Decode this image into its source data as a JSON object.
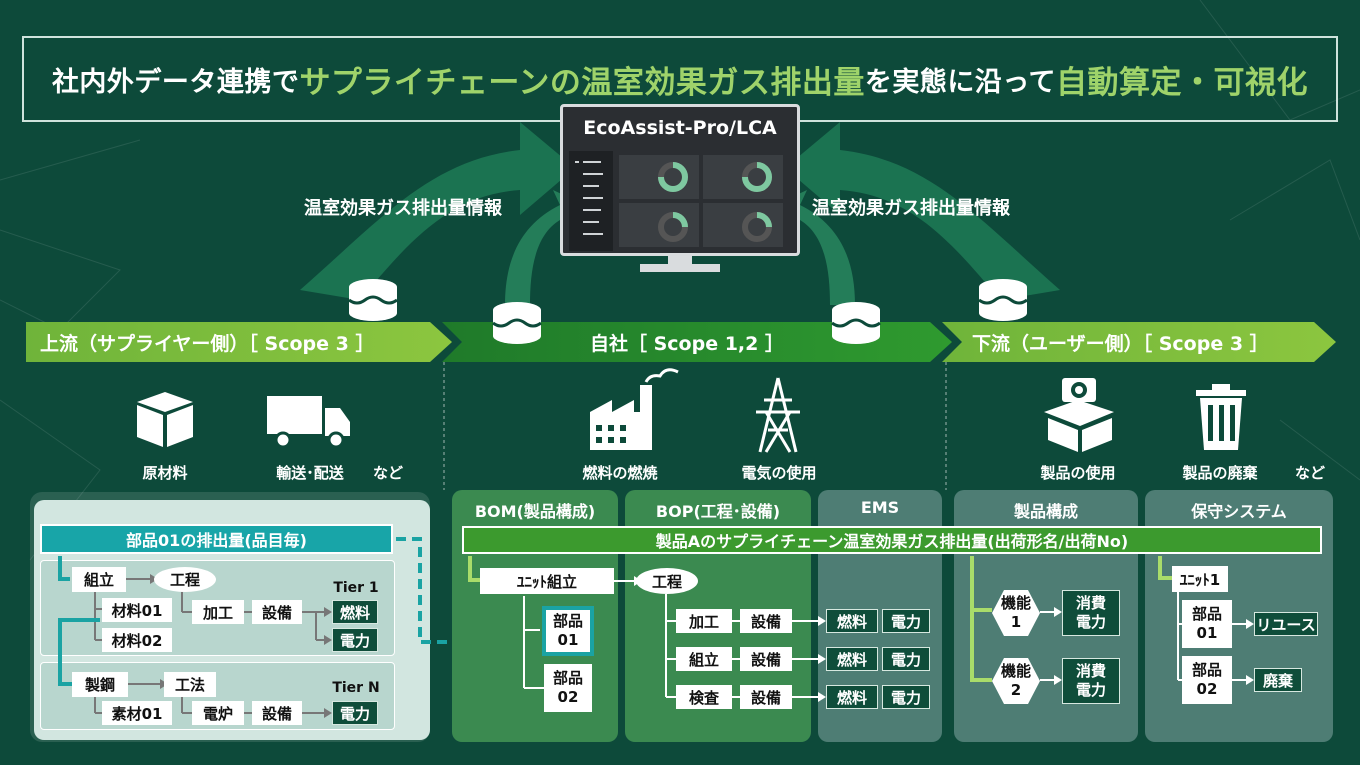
{
  "header": {
    "title_part1": "社内外データ連携で",
    "title_hl1": "サプライチェーンの温室効果ガス排出量",
    "title_part2": "を実態に沿って",
    "title_hl2": "自動算定・可視化"
  },
  "monitor": {
    "title": "EcoAssist-Pro/LCA"
  },
  "flows": {
    "left_label": "温室効果ガス排出量情報",
    "right_label": "温室効果ガス排出量情報"
  },
  "bands": {
    "upstream": "上流（サプライヤー側）［ Scope 3 ］",
    "own": "自社［ Scope 1,2 ］",
    "downstream": "下流（ユーザー側）［ Scope 3 ］"
  },
  "icons": {
    "raw_material": "原材料",
    "transport": "輸送･配送",
    "etc1": "など",
    "fuel_combustion": "燃料の燃焼",
    "electricity_use": "電気の使用",
    "product_use": "製品の使用",
    "product_disposal": "製品の廃棄",
    "etc2": "など"
  },
  "upstream_panel": {
    "header": "部品01の排出量(品目毎)",
    "tier1": {
      "process": "組立",
      "method": "工程",
      "material1": "材料01",
      "material2": "材料02",
      "step": "加工",
      "equipment": "設備",
      "tier": "Tier 1",
      "fuel": "燃料",
      "power": "電力"
    },
    "tierN": {
      "process": "製鋼",
      "method": "工法",
      "material": "素材01",
      "step": "電炉",
      "equipment": "設備",
      "tier": "Tier N",
      "power": "電力"
    }
  },
  "panels": {
    "bom": "BOM(製品構成)",
    "bop": "BOP(工程･設備)",
    "ems": "EMS",
    "product_structure": "製品構成",
    "maintenance": "保守システム"
  },
  "main_banner": "製品Aのサプライチェーン温室効果ガス排出量(出荷形名/出荷No)",
  "bom": {
    "unit": "ﾕﾆｯﾄ組立",
    "part1": "部品\n01",
    "part2": "部品\n02"
  },
  "bop": {
    "process": "工程",
    "rows": [
      {
        "step": "加工",
        "equipment": "設備"
      },
      {
        "step": "組立",
        "equipment": "設備"
      },
      {
        "step": "検査",
        "equipment": "設備"
      }
    ]
  },
  "ems": {
    "rows": [
      {
        "fuel": "燃料",
        "power": "電力"
      },
      {
        "fuel": "燃料",
        "power": "電力"
      },
      {
        "fuel": "燃料",
        "power": "電力"
      }
    ]
  },
  "product_structure": {
    "func1": "機能\n1",
    "func2": "機能\n2",
    "consume1": "消費\n電力",
    "consume2": "消費\n電力"
  },
  "maintenance": {
    "unit": "ﾕﾆｯﾄ1",
    "part1": "部品\n01",
    "part2": "部品\n02",
    "reuse": "リユース",
    "dispose": "廃棄"
  },
  "colors": {
    "background": "#0d4a3a",
    "accent_green": "#9fd36a",
    "band_green": "#8cc63f",
    "band_dark": "#2f8f2f",
    "teal": "#1aa3a3"
  }
}
